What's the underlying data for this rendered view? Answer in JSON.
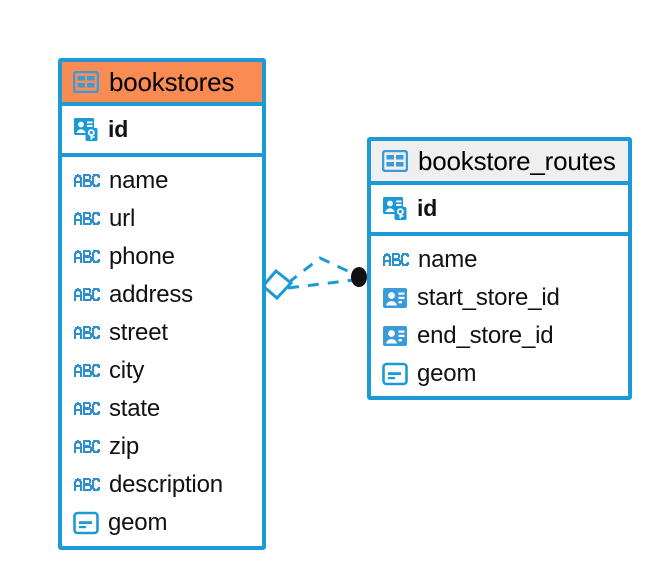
{
  "diagram": {
    "type": "entity-relationship-diagram",
    "background": "#ffffff",
    "accent_blue": "#1b9ad6",
    "highlight_orange": "#fa8b53",
    "header_grey": "#efefef",
    "relationship_endpoint_color": "#111111"
  },
  "entities": [
    {
      "name": "bookstores",
      "header_color": "#fa8b53",
      "selected": true,
      "primary_key": {
        "label": "id",
        "icon": "primary-key-icon",
        "type_hint": "key"
      },
      "fields": [
        {
          "label": "name",
          "icon": "abc-text-icon",
          "type_hint": "text"
        },
        {
          "label": "url",
          "icon": "abc-text-icon",
          "type_hint": "text"
        },
        {
          "label": "phone",
          "icon": "abc-text-icon",
          "type_hint": "text"
        },
        {
          "label": "address",
          "icon": "abc-text-icon",
          "type_hint": "text"
        },
        {
          "label": "street",
          "icon": "abc-text-icon",
          "type_hint": "text"
        },
        {
          "label": "city",
          "icon": "abc-text-icon",
          "type_hint": "text"
        },
        {
          "label": "state",
          "icon": "abc-text-icon",
          "type_hint": "text"
        },
        {
          "label": "zip",
          "icon": "abc-text-icon",
          "type_hint": "text"
        },
        {
          "label": "description",
          "icon": "abc-text-icon",
          "type_hint": "text"
        },
        {
          "label": "geom",
          "icon": "geometry-icon",
          "type_hint": "geometry"
        }
      ]
    },
    {
      "name": "bookstore_routes",
      "header_color": "#efefef",
      "selected": false,
      "primary_key": {
        "label": "id",
        "icon": "primary-key-icon",
        "type_hint": "key"
      },
      "fields": [
        {
          "label": "name",
          "icon": "abc-text-icon",
          "type_hint": "text"
        },
        {
          "label": "start_store_id",
          "icon": "foreign-key-icon",
          "type_hint": "foreign-key"
        },
        {
          "label": "end_store_id",
          "icon": "foreign-key-icon",
          "type_hint": "foreign-key"
        },
        {
          "label": "geom",
          "icon": "geometry-icon",
          "type_hint": "geometry"
        }
      ]
    }
  ],
  "relationship": {
    "source_entity": "bookstores",
    "target_entity": "bookstore_routes",
    "line_style": "dashed",
    "source_marker": "diamond-outline",
    "target_marker": "filled-circle"
  }
}
